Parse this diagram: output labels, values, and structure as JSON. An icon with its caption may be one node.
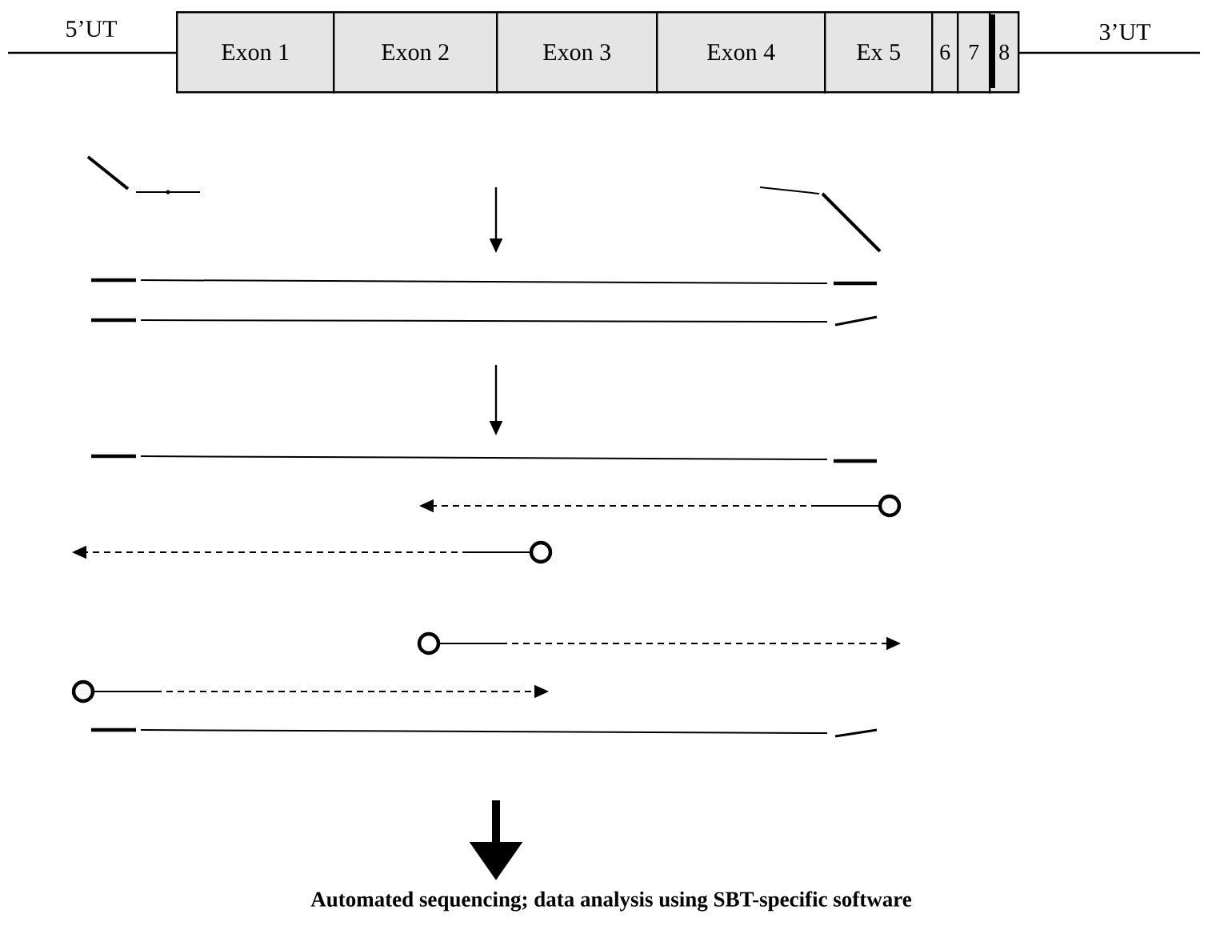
{
  "diagram": {
    "nodes": [
      {
        "text": [
          "Exon 1"
        ]
      },
      {
        "text": [
          "Exon 2"
        ]
      },
      {
        "text": [
          "Exon 3"
        ]
      },
      {
        "text": [
          "Exon 4"
        ]
      },
      {
        "text": [
          "Ex 5"
        ]
      },
      {
        "text": [
          "6"
        ]
      },
      {
        "text": [
          "7"
        ]
      },
      {
        "text": [
          "8"
        ]
      }
    ],
    "labels": [
      "5’UT",
      "3’UT",
      "Automated sequencing; data analysis using SBT-specific software"
    ]
  }
}
